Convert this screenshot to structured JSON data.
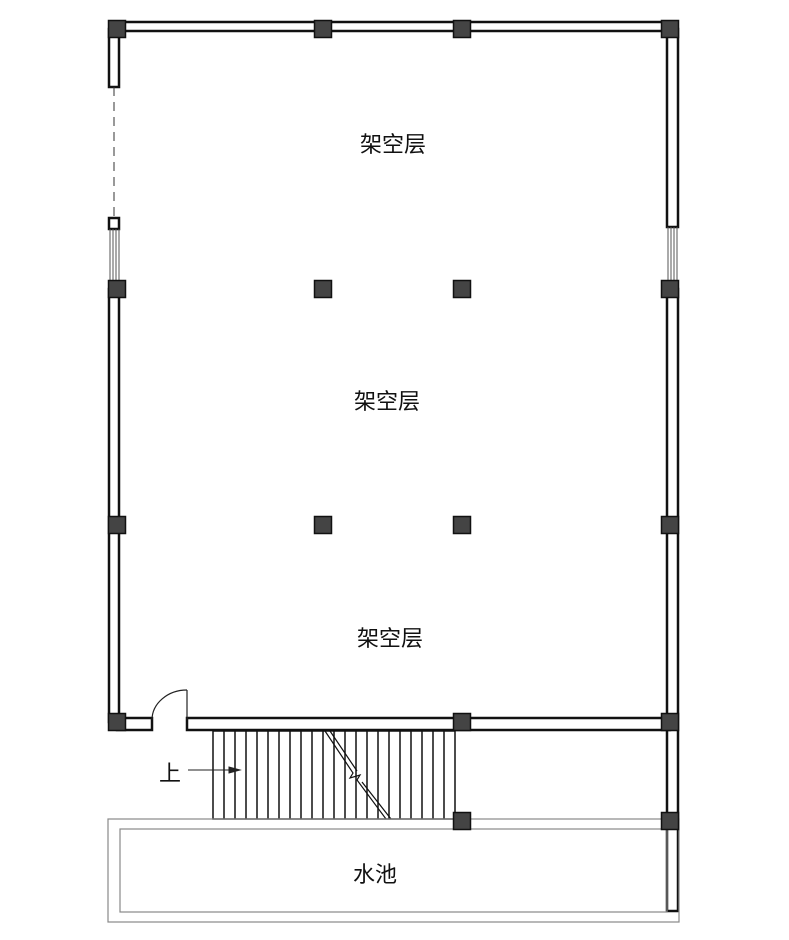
{
  "plan": {
    "rooms": [
      {
        "label": "架空层"
      },
      {
        "label": "架空层"
      },
      {
        "label": "架空层"
      }
    ],
    "stair_label": "上",
    "pool_label": "水池"
  },
  "colors": {
    "wall": "#111111",
    "column": "#444444",
    "pool_line": "#888888"
  }
}
